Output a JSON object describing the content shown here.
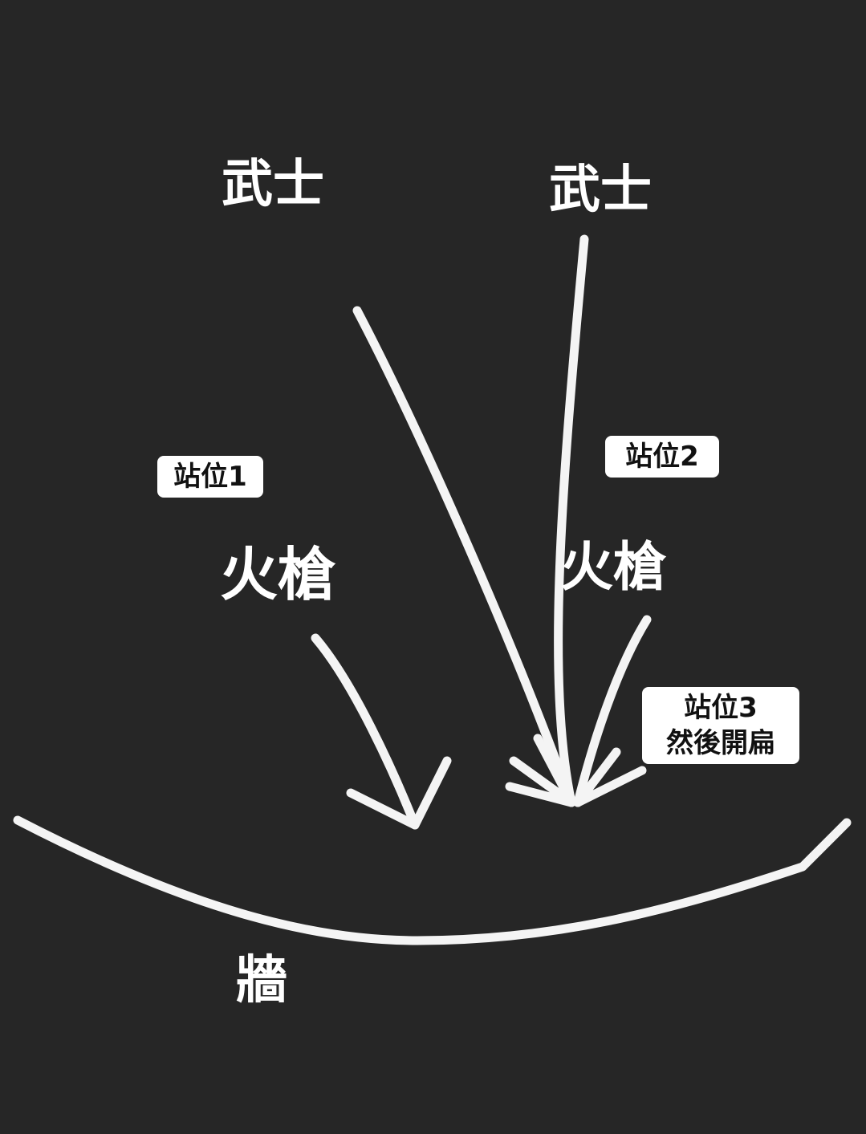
{
  "labels": {
    "samurai_left": "武士",
    "samurai_right": "武士",
    "musket_left": "火槍",
    "musket_right": "火槍",
    "wall": "牆"
  },
  "tags": {
    "position1": "站位1",
    "position2": "站位2",
    "position3_line1": "站位3",
    "position3_line2": "然後開扁"
  },
  "colors": {
    "background": "#262626",
    "stroke": "#f4f4f4",
    "tag_bg": "#ffffff"
  }
}
